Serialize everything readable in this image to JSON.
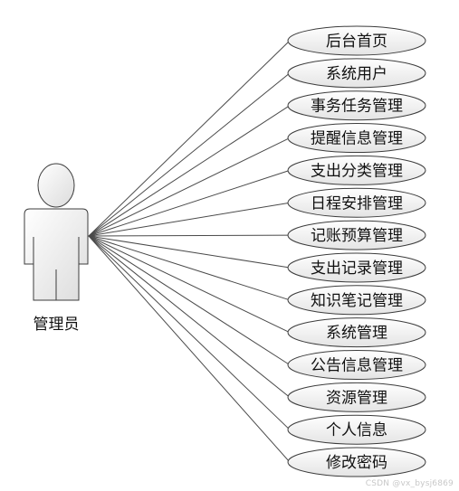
{
  "actor": {
    "name": "管理员"
  },
  "use_cases": [
    "后台首页",
    "系统用户",
    "事务任务管理",
    "提醒信息管理",
    "支出分类管理",
    "日程安排管理",
    "记账预算管理",
    "支出记录管理",
    "知识笔记管理",
    "系统管理",
    "公告信息管理",
    "资源管理",
    "个人信息",
    "修改密码"
  ],
  "watermark": "CSDN @vx_bysj6869"
}
